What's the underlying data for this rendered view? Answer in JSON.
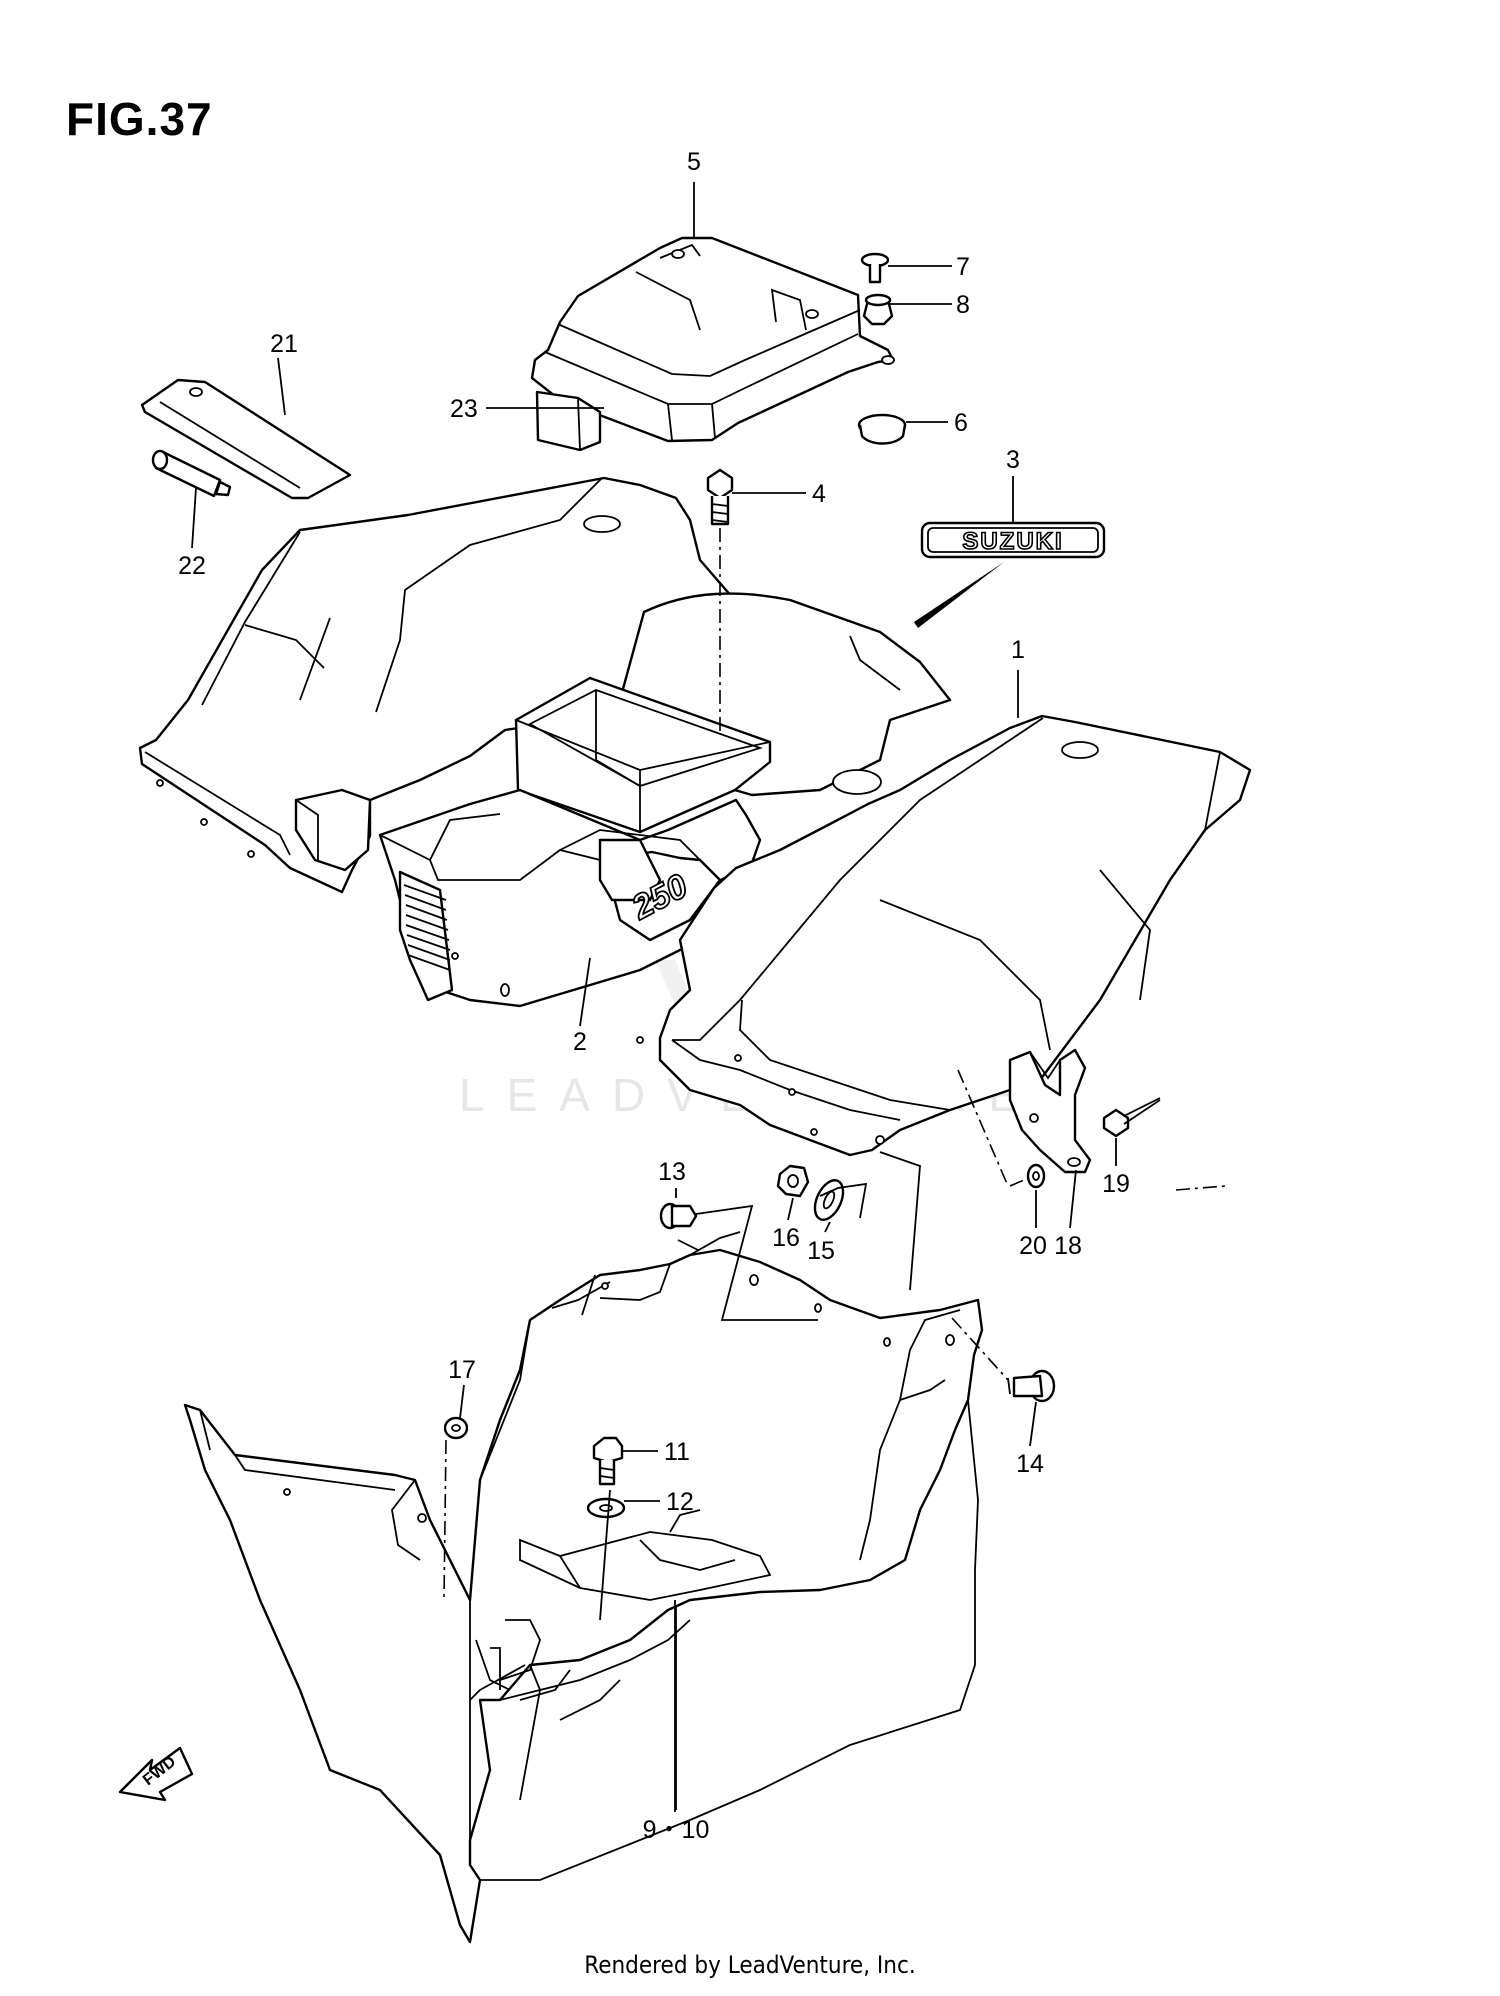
{
  "figure": {
    "title": "FIG.37",
    "watermark": "LEADVENTURE",
    "footer": "Rendered by LeadVenture, Inc.",
    "badge_text": "SUZUKI",
    "model_mark": "250",
    "fwd_text": "FWD"
  },
  "callouts": [
    {
      "id": "c1",
      "text": "1"
    },
    {
      "id": "c2",
      "text": "2"
    },
    {
      "id": "c3",
      "text": "3"
    },
    {
      "id": "c4",
      "text": "4"
    },
    {
      "id": "c5",
      "text": "5"
    },
    {
      "id": "c6",
      "text": "6"
    },
    {
      "id": "c7",
      "text": "7"
    },
    {
      "id": "c8",
      "text": "8"
    },
    {
      "id": "c9",
      "text": "9・10"
    },
    {
      "id": "c11",
      "text": "11"
    },
    {
      "id": "c12",
      "text": "12"
    },
    {
      "id": "c13",
      "text": "13"
    },
    {
      "id": "c14",
      "text": "14"
    },
    {
      "id": "c15",
      "text": "15"
    },
    {
      "id": "c16",
      "text": "16"
    },
    {
      "id": "c17",
      "text": "17"
    },
    {
      "id": "c18",
      "text": "18"
    },
    {
      "id": "c19",
      "text": "19"
    },
    {
      "id": "c20",
      "text": "20"
    },
    {
      "id": "c21",
      "text": "21"
    },
    {
      "id": "c22",
      "text": "22"
    },
    {
      "id": "c23",
      "text": "23"
    }
  ]
}
